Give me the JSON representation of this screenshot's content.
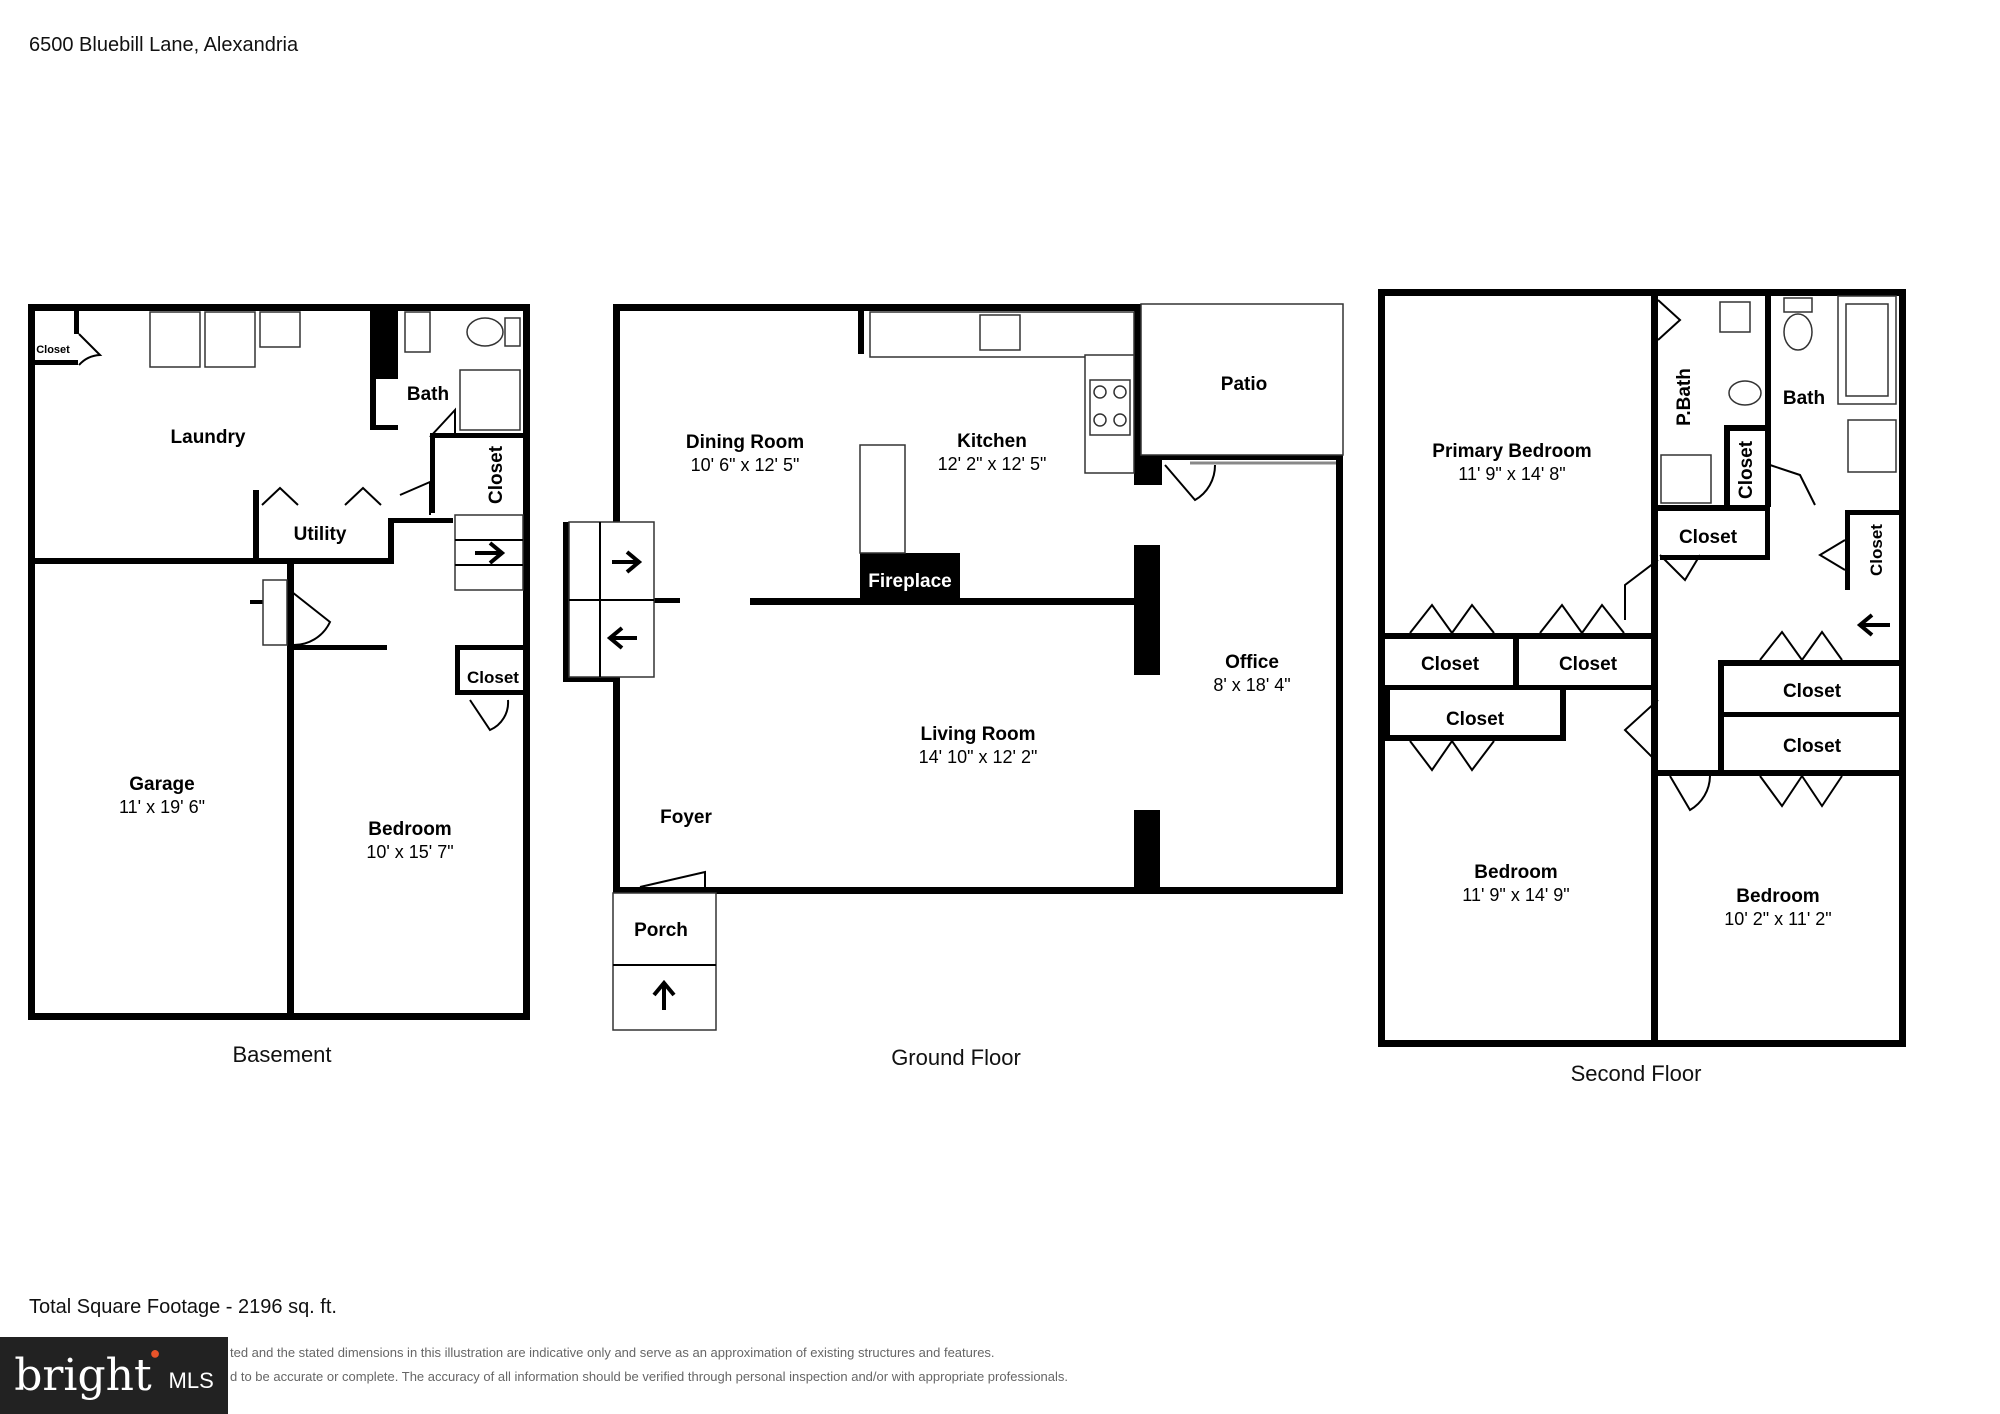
{
  "header": {
    "address": "6500 Bluebill Lane, Alexandria"
  },
  "floors": {
    "basement": {
      "label": "Basement",
      "rooms": {
        "closet_small": {
          "name": "Closet"
        },
        "laundry": {
          "name": "Laundry"
        },
        "bath": {
          "name": "Bath"
        },
        "closet": {
          "name": "Closet"
        },
        "utility": {
          "name": "Utility"
        },
        "closet2": {
          "name": "Closet"
        },
        "garage": {
          "name": "Garage",
          "dim": "11' x 19' 6\""
        },
        "bedroom": {
          "name": "Bedroom",
          "dim": "10' x 15' 7\""
        }
      }
    },
    "ground": {
      "label": "Ground Floor",
      "rooms": {
        "patio": {
          "name": "Patio"
        },
        "dining": {
          "name": "Dining Room",
          "dim": "10' 6\" x 12' 5\""
        },
        "kitchen": {
          "name": "Kitchen",
          "dim": "12' 2\" x 12' 5\""
        },
        "fireplace": {
          "name": "Fireplace"
        },
        "office": {
          "name": "Office",
          "dim": "8' x 18' 4\""
        },
        "living": {
          "name": "Living Room",
          "dim": "14' 10\" x 12' 2\""
        },
        "foyer": {
          "name": "Foyer"
        },
        "porch": {
          "name": "Porch"
        }
      }
    },
    "second": {
      "label": "Second Floor",
      "rooms": {
        "primary": {
          "name": "Primary Bedroom",
          "dim": "11' 9\" x 14' 8\""
        },
        "pbath": {
          "name": "P.Bath"
        },
        "bath": {
          "name": "Bath"
        },
        "closet_v1": {
          "name": "Closet"
        },
        "closet_a": {
          "name": "Closet"
        },
        "closet_v2": {
          "name": "Closet"
        },
        "closet_b": {
          "name": "Closet"
        },
        "closet_c": {
          "name": "Closet"
        },
        "closet_d": {
          "name": "Closet"
        },
        "closet_e": {
          "name": "Closet"
        },
        "closet_f": {
          "name": "Closet"
        },
        "bedroom1": {
          "name": "Bedroom",
          "dim": "11' 9\" x 14' 9\""
        },
        "bedroom2": {
          "name": "Bedroom",
          "dim": "10' 2\" x 11' 2\""
        }
      }
    }
  },
  "footer": {
    "total": "Total Square Footage - 2196 sq. ft.",
    "disclaimer_1": "ted and the stated dimensions in this illustration are indicative only and serve as an approximation of existing structures and features.",
    "disclaimer_2": "d to be accurate or complete. The accuracy of all information should be verified through personal inspection and/or with appropriate professionals."
  },
  "brand": {
    "word": "bright",
    "suffix": "MLS",
    "accent": "#e8542a"
  }
}
